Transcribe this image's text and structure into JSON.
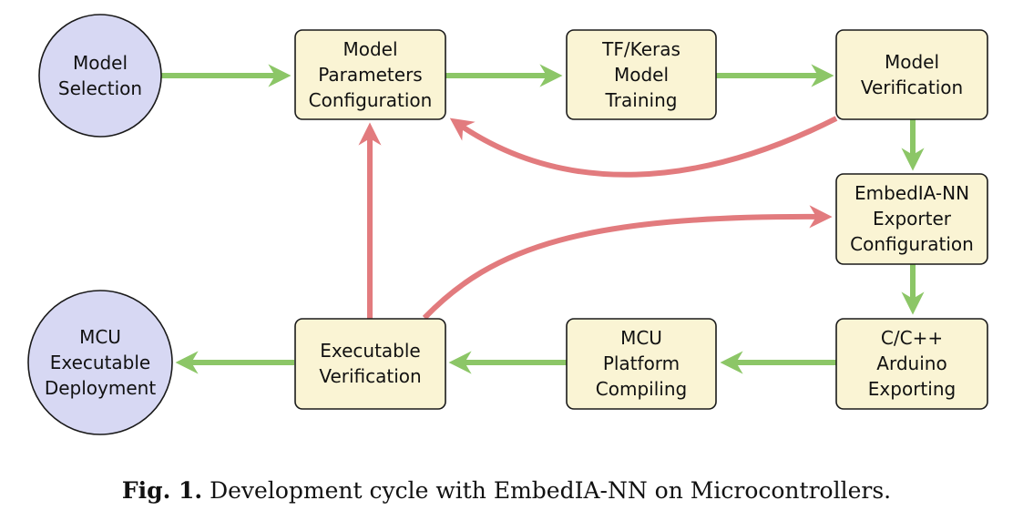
{
  "colors": {
    "box_fill": "#faf4d4",
    "box_stroke": "#1a1a1a",
    "circle_fill": "#d7d8f3",
    "forward_arrow": "#8cc667",
    "feedback_arrow": "#e27b7e"
  },
  "nodes": {
    "model_selection": [
      "Model",
      "Selection"
    ],
    "params_config": [
      "Model",
      "Parameters",
      "Configuration"
    ],
    "training": [
      "TF/Keras",
      "Model",
      "Training"
    ],
    "verification": [
      "Model",
      "Verification"
    ],
    "exporter_config": [
      "EmbedIA-NN",
      "Exporter",
      "Configuration"
    ],
    "exporting": [
      "C/C++",
      "Arduino",
      "Exporting"
    ],
    "compiling": [
      "MCU",
      "Platform",
      "Compiling"
    ],
    "exec_verification": [
      "Executable",
      "Verification"
    ],
    "deployment": [
      "MCU",
      "Executable",
      "Deployment"
    ]
  },
  "caption": {
    "label": "Fig. 1.",
    "text": "Development cycle with EmbedIA-NN on Microcontrollers."
  }
}
